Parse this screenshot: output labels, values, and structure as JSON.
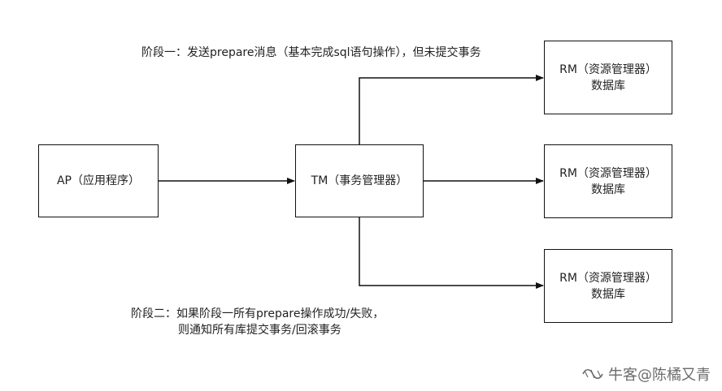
{
  "notes": {
    "phase1": "阶段一：发送prepare消息（基本完成sql语句操作），但未提交事务",
    "phase2_line1": "阶段二：如果阶段一所有prepare操作成功/失败，",
    "phase2_line2": "则通知所有库提交事务/回滚事务"
  },
  "nodes": {
    "ap": {
      "label": "AP（应用程序）"
    },
    "tm": {
      "label": "TM（事务管理器）"
    },
    "rm_top": {
      "line1": "RM（资源管理器）",
      "line2": "数据库"
    },
    "rm_mid": {
      "line1": "RM（资源管理器）",
      "line2": "数据库"
    },
    "rm_bottom": {
      "line1": "RM（资源管理器）",
      "line2": "数据库"
    }
  },
  "watermark": {
    "text": "牛客@陈橘又青",
    "icon": "niuke-logo-icon"
  },
  "colors": {
    "stroke": "#111111",
    "text": "#222222",
    "watermark": "#6c6c6c"
  }
}
